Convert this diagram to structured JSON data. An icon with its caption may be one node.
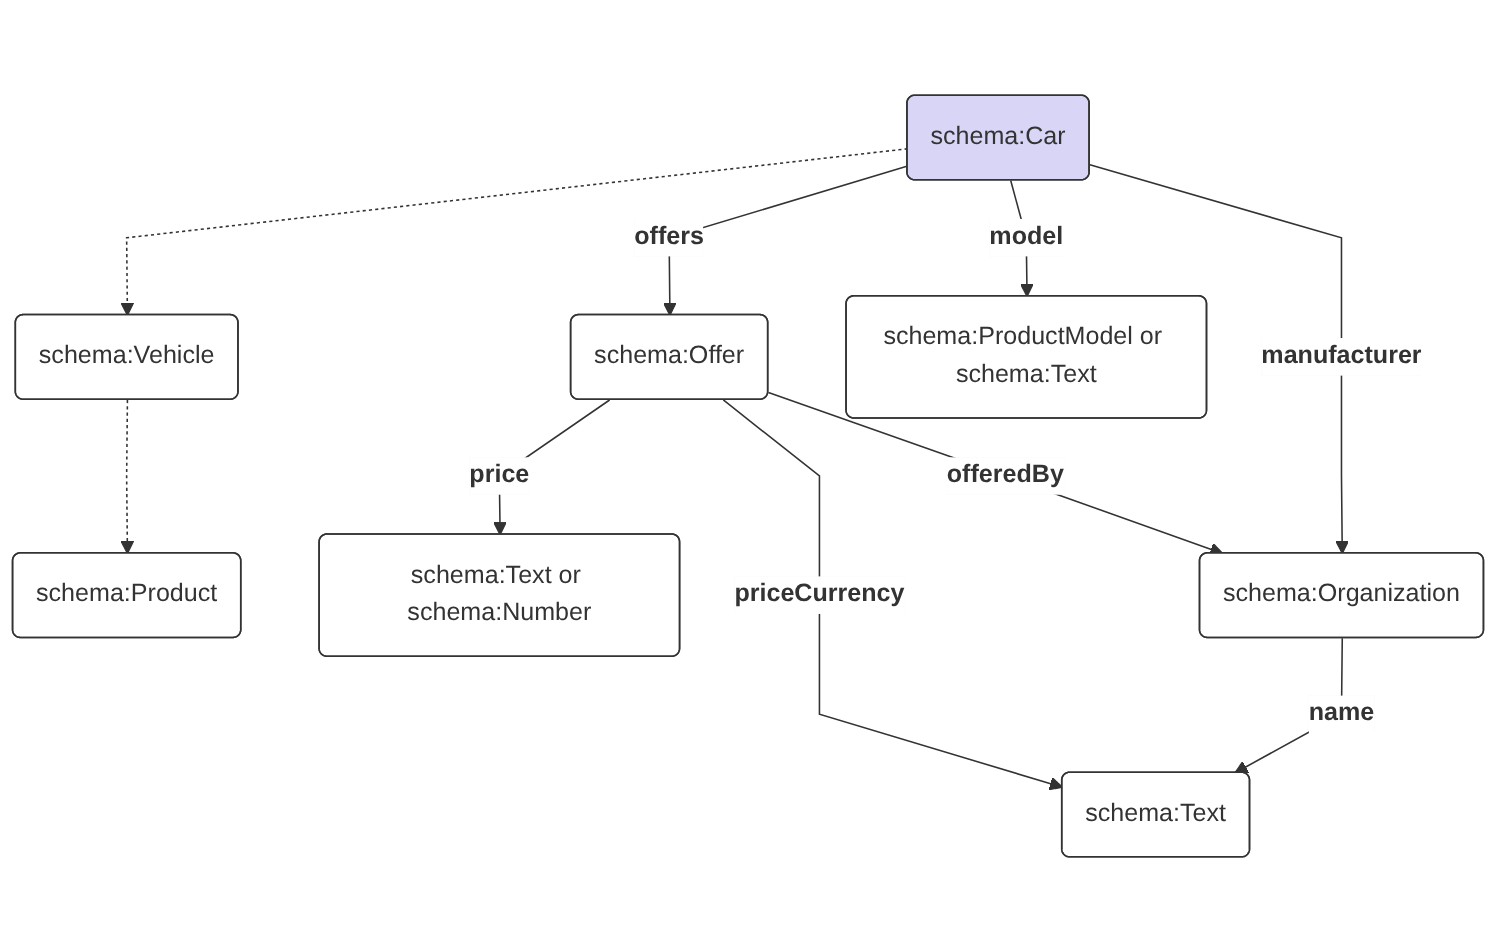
{
  "diagram": {
    "nodes": [
      {
        "text": [
          "schema:Product"
        ]
      },
      {
        "text": [
          "schema:Vehicle"
        ]
      },
      {
        "text": [
          "schema:Car"
        ]
      },
      {
        "text": [
          "schema:Offer"
        ]
      },
      {
        "text": [
          "schema:Text or schema:Number"
        ]
      },
      {
        "text": [
          "schema:ProductModel or schema:Text"
        ]
      },
      {
        "text": [
          "schema:Organization"
        ]
      },
      {
        "text": [
          "schema:Text"
        ]
      }
    ],
    "edges": [
      {
        "from": 1,
        "to": 0,
        "arrow": "to",
        "style": "dashed"
      },
      {
        "from": 2,
        "to": 1,
        "arrow": "to",
        "style": "dashed"
      },
      {
        "from": 2,
        "to": 3,
        "arrow": "to",
        "label": "offers"
      },
      {
        "from": 3,
        "to": 4,
        "arrow": "to",
        "label": "price"
      },
      {
        "from": 3,
        "to": 6,
        "arrow": "to",
        "label": "offeredBy"
      },
      {
        "from": 3,
        "to": 7,
        "arrow": "to",
        "label": "priceCurrency"
      },
      {
        "from": 2,
        "to": 5,
        "arrow": "to",
        "label": "model"
      },
      {
        "from": 2,
        "to": 6,
        "arrow": "to",
        "label": "manufacturer"
      },
      {
        "from": 6,
        "to": 7,
        "arrow": "to",
        "label": "name"
      }
    ]
  }
}
